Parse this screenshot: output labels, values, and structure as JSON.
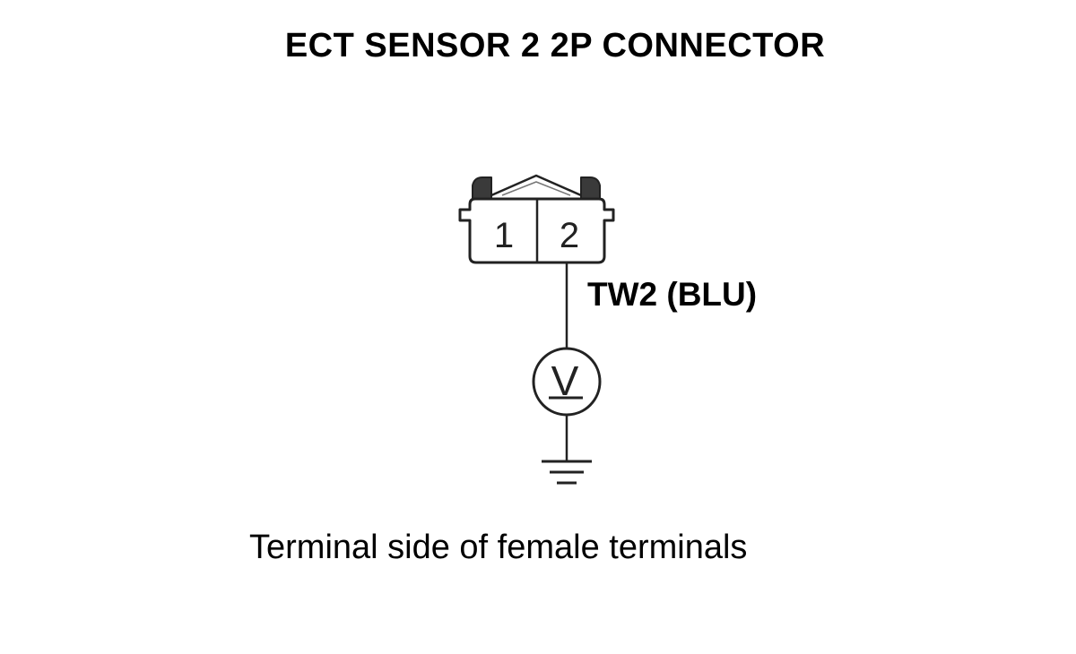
{
  "diagram": {
    "title": "ECT SENSOR 2 2P CONNECTOR",
    "connector": {
      "pins": [
        "1",
        "2"
      ]
    },
    "wire_label": "TW2 (BLU)",
    "meter_symbol": "V",
    "caption": "Terminal side of female terminals"
  },
  "colors": {
    "line": "#222222",
    "connector_fill": "#ffffff",
    "latch_fill": "#3a3a3a",
    "text": "#000000"
  }
}
